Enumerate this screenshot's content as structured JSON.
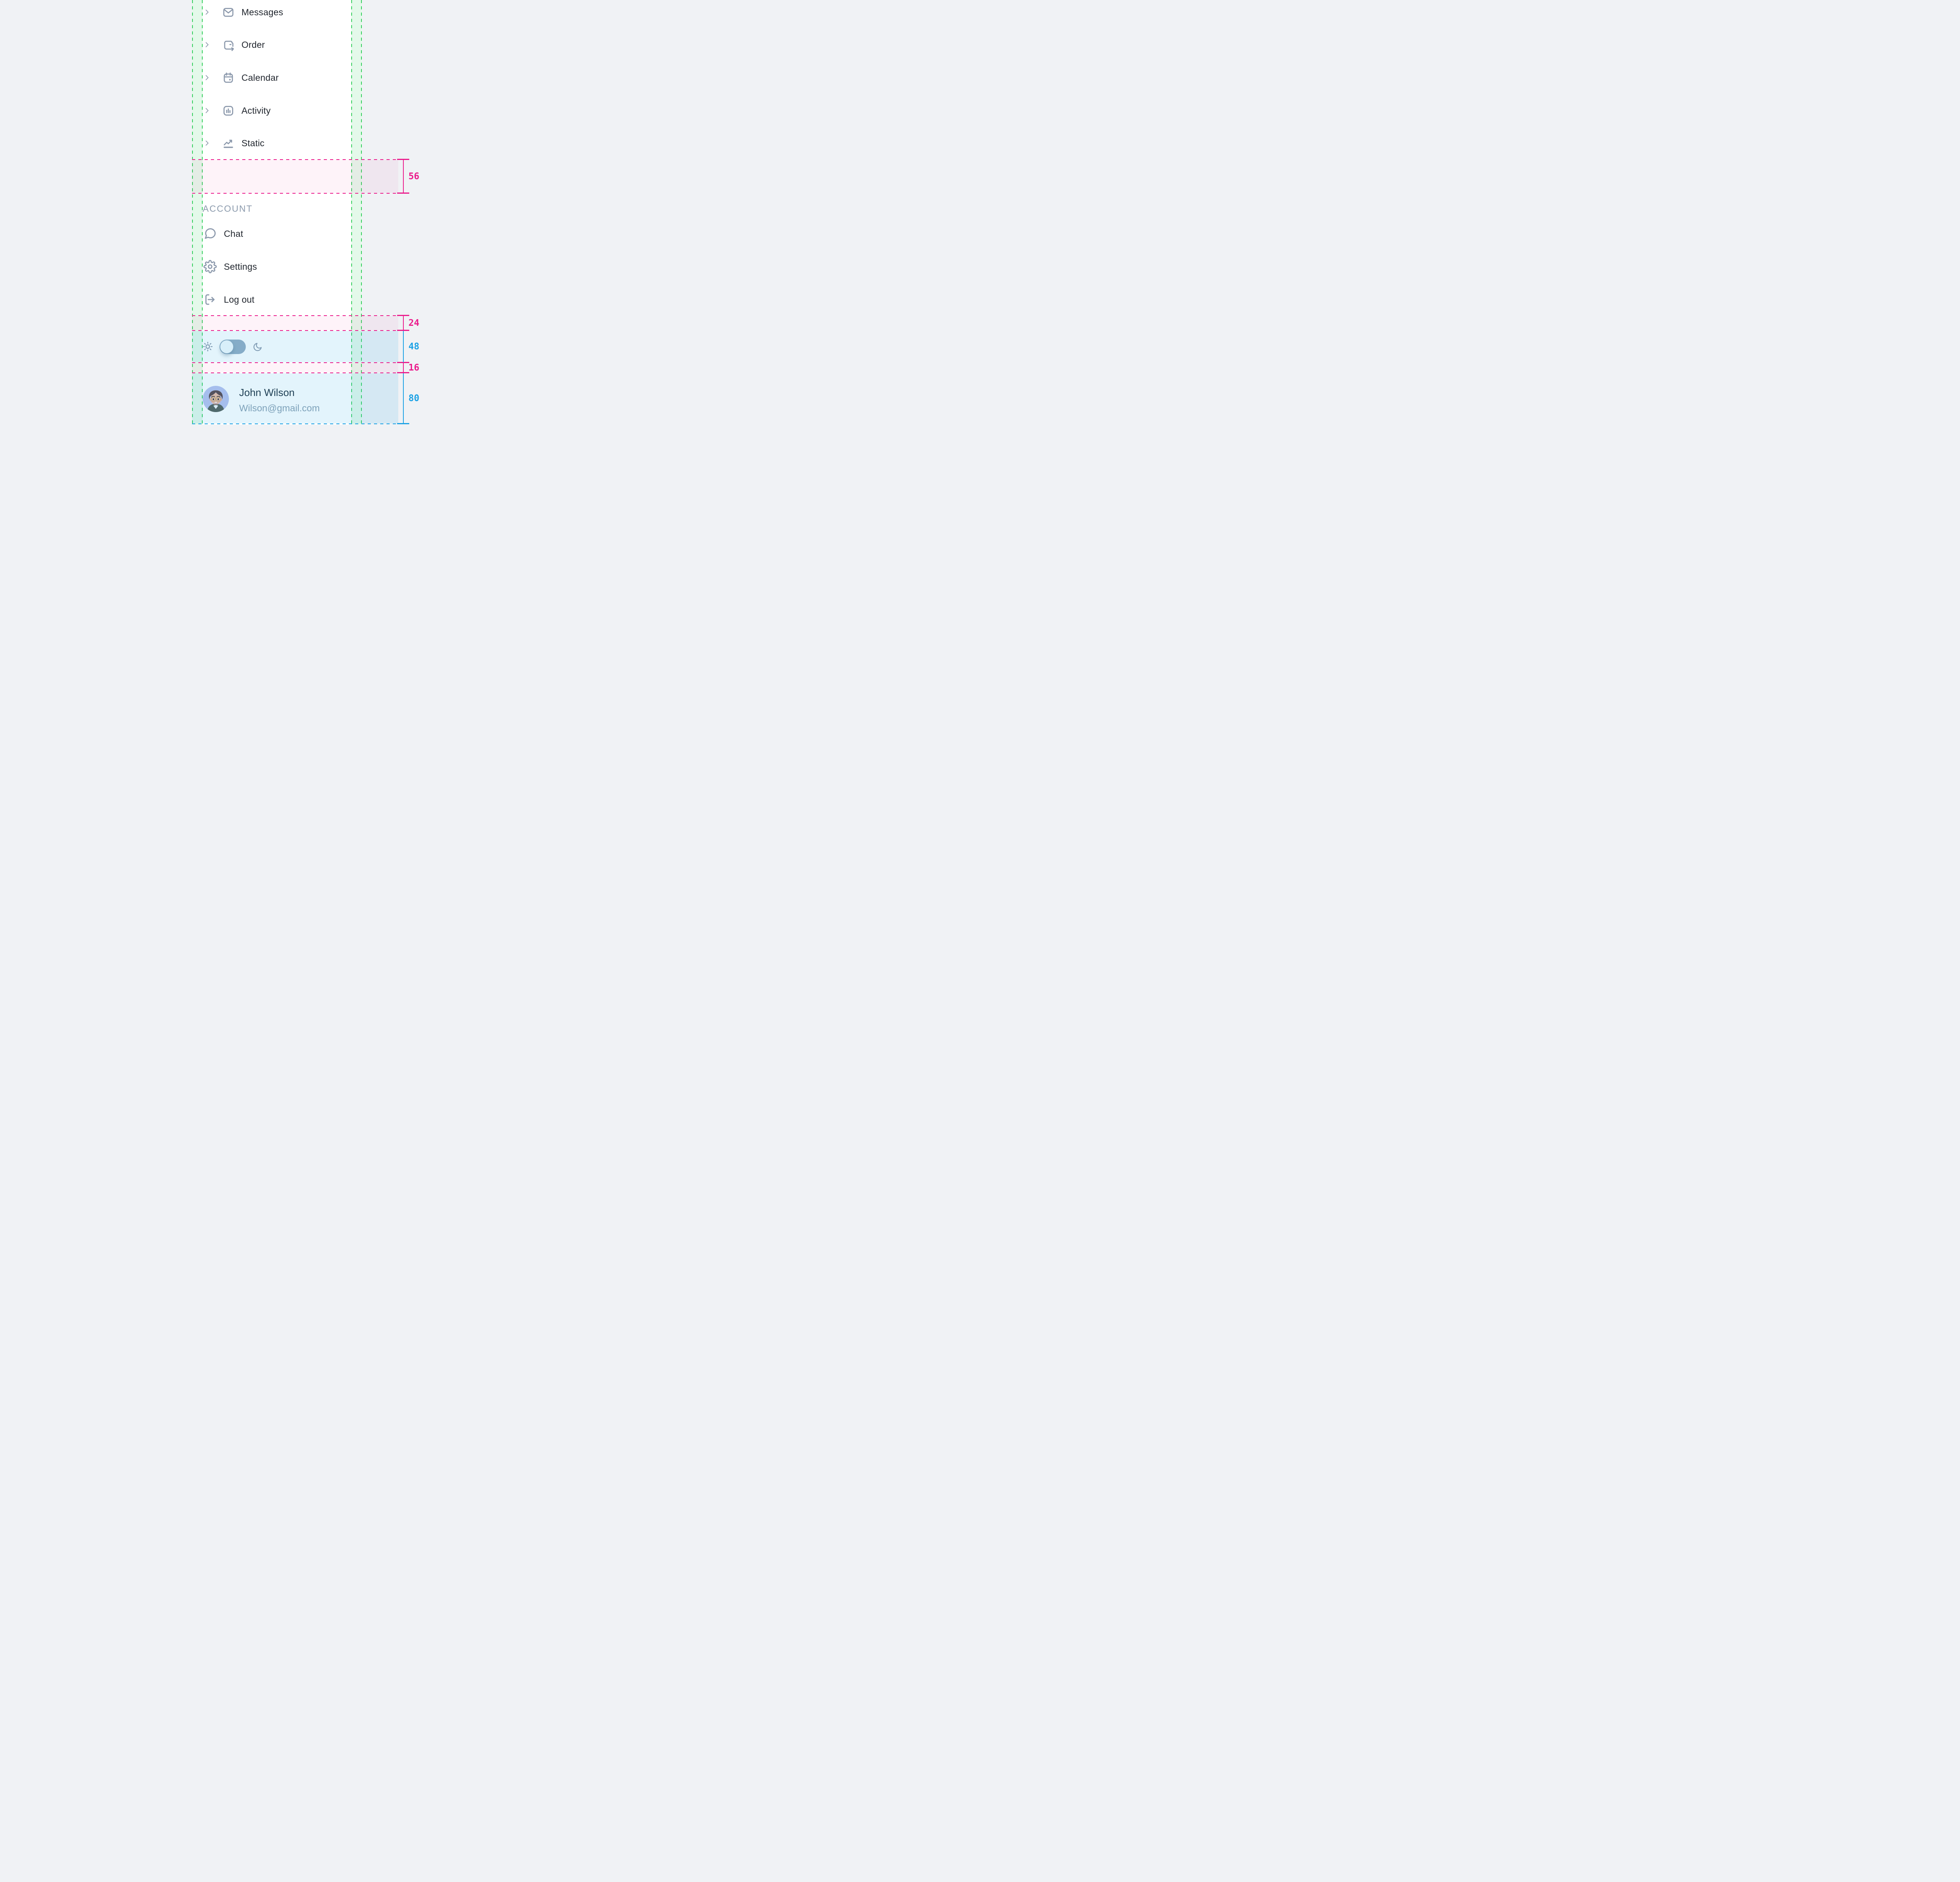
{
  "sidebar": {
    "nav_items": [
      {
        "label": "Messages",
        "icon": "mail-icon"
      },
      {
        "label": "Order",
        "icon": "order-icon"
      },
      {
        "label": "Calendar",
        "icon": "calendar-icon"
      },
      {
        "label": "Activity",
        "icon": "activity-icon"
      },
      {
        "label": "Static",
        "icon": "trend-icon"
      }
    ],
    "section_label": "ACCOUNT",
    "account_items": [
      {
        "label": "Chat",
        "icon": "chat-icon"
      },
      {
        "label": "Settings",
        "icon": "gear-icon"
      },
      {
        "label": "Log out",
        "icon": "logout-icon"
      }
    ],
    "theme_toggle": {
      "left_icon": "sun-icon",
      "right_icon": "moon-icon",
      "state": "light"
    },
    "user": {
      "name": "John Wilson",
      "email": "Wilson@gmail.com"
    }
  },
  "measurements": {
    "spacer_above_account": {
      "value": "56",
      "color": "#EB1C8C"
    },
    "spacer_above_toggle": {
      "value": "24",
      "color": "#EB1C8C"
    },
    "toggle_row_height": {
      "value": "48",
      "color": "#1CA2E5"
    },
    "spacer_below_toggle": {
      "value": "16",
      "color": "#EB1C8C"
    },
    "profile_row_height": {
      "value": "80",
      "color": "#1CA2E5"
    }
  },
  "colors": {
    "page_background": "#F0F2F5",
    "panel_background": "#FFFFFF",
    "padding_guide": "#2FCE58",
    "redline_magenta": "#EB1C8C",
    "redline_blue": "#1CA2E5",
    "icon_gray": "#8C99AC",
    "text_dark": "#21262E",
    "text_muted": "#8C9BAD",
    "avatar_background": "#B9C2EE"
  }
}
